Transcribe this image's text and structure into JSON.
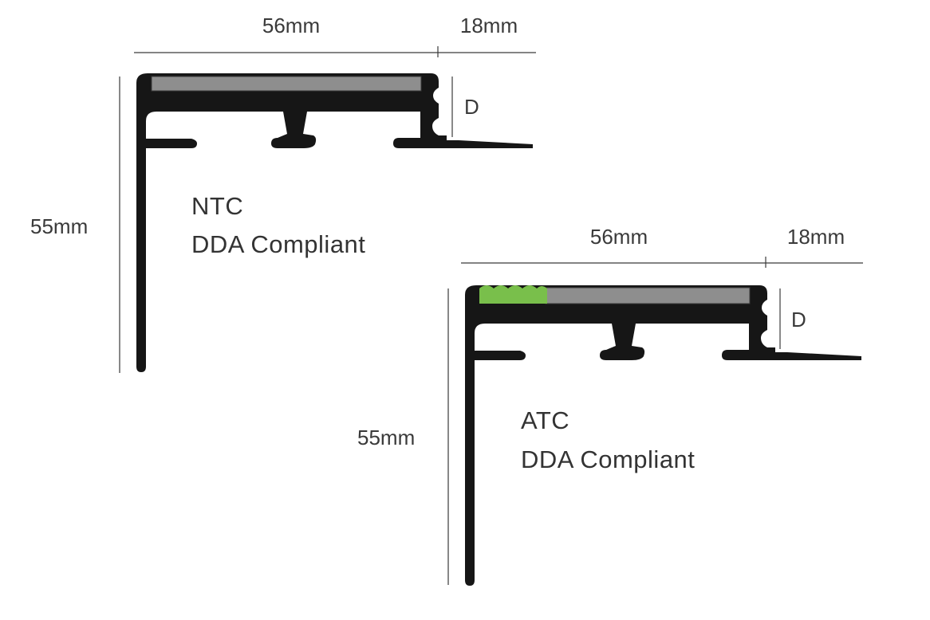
{
  "colors": {
    "profile": "#161616",
    "insert_grey": "#8e8e8e",
    "insert_green": "#79bf4b",
    "text": "#333333"
  },
  "ntc": {
    "width_label": "56mm",
    "nosing_label": "18mm",
    "height_label": "55mm",
    "depth_label": "D",
    "name": "NTC",
    "compliance": "DDA Compliant"
  },
  "atc": {
    "width_label": "56mm",
    "nosing_label": "18mm",
    "height_label": "55mm",
    "depth_label": "D",
    "name": "ATC",
    "compliance": "DDA Compliant"
  }
}
